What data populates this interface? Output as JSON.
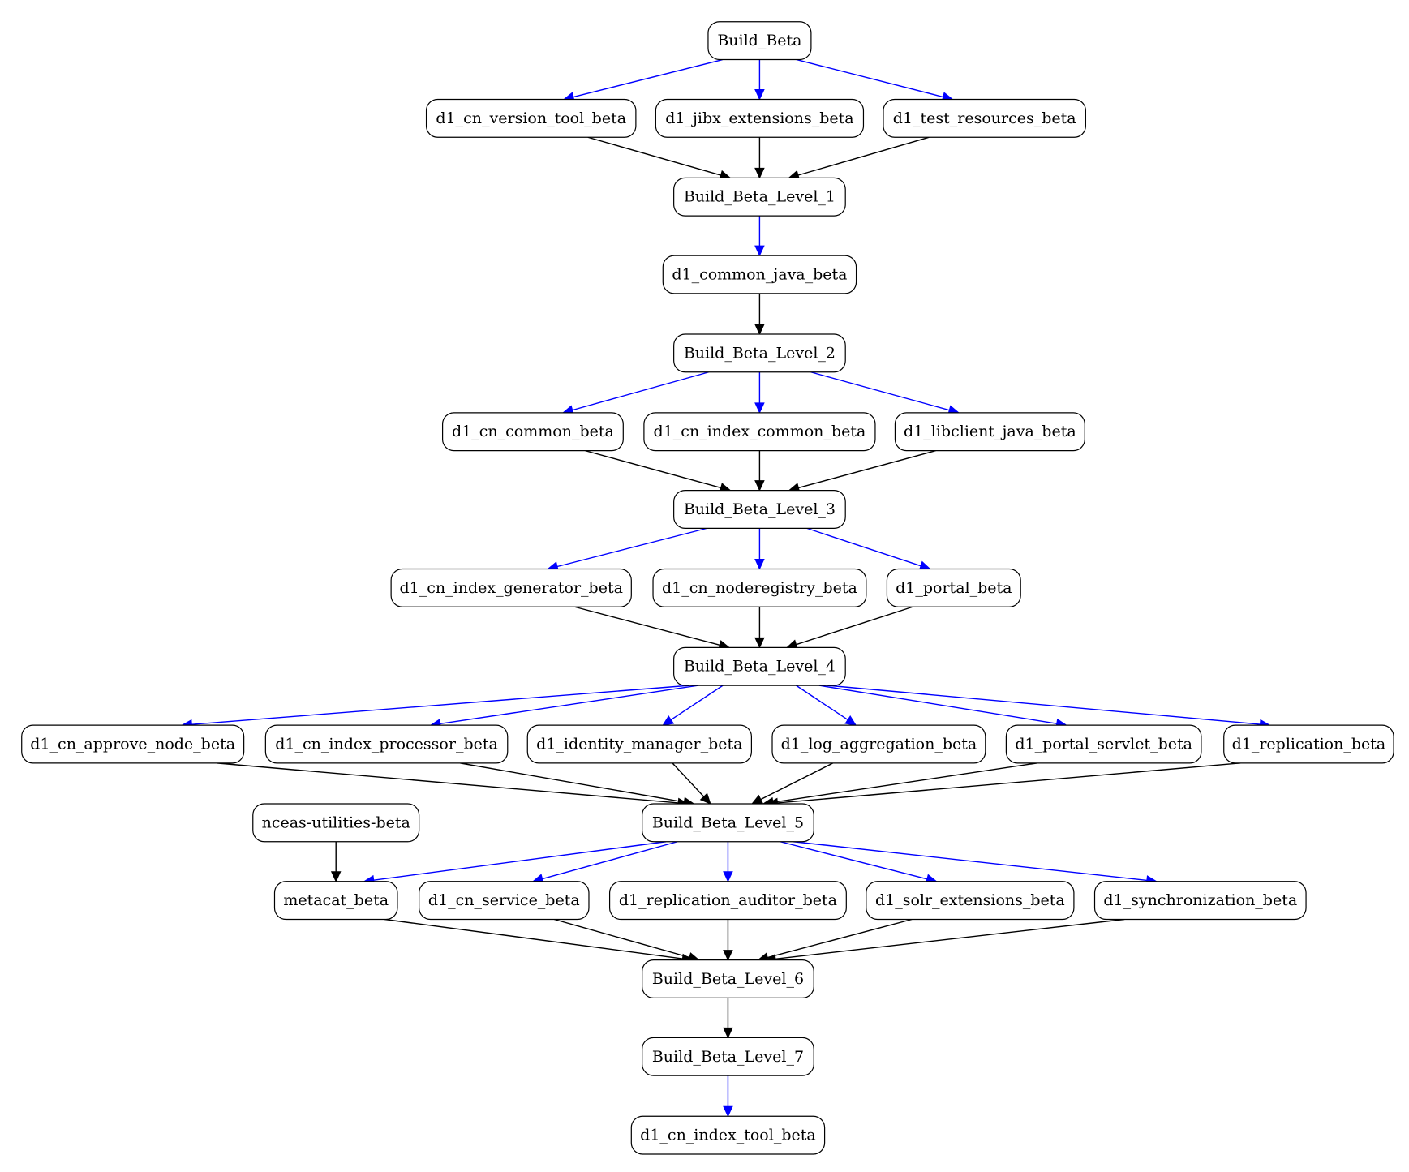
{
  "diagram": {
    "type": "build-dependency-graph",
    "colors": {
      "dependency_edge": "#000000",
      "trigger_edge": "#0000ff",
      "node_border": "#000000",
      "background": "#ffffff"
    },
    "nodes": [
      {
        "id": "build_beta",
        "label": "Build_Beta"
      },
      {
        "id": "d1_cn_version_tool_beta",
        "label": "d1_cn_version_tool_beta"
      },
      {
        "id": "d1_jibx_extensions_beta",
        "label": "d1_jibx_extensions_beta"
      },
      {
        "id": "d1_test_resources_beta",
        "label": "d1_test_resources_beta"
      },
      {
        "id": "build_beta_level_1",
        "label": "Build_Beta_Level_1"
      },
      {
        "id": "d1_common_java_beta",
        "label": "d1_common_java_beta"
      },
      {
        "id": "build_beta_level_2",
        "label": "Build_Beta_Level_2"
      },
      {
        "id": "d1_cn_common_beta",
        "label": "d1_cn_common_beta"
      },
      {
        "id": "d1_cn_index_common_beta",
        "label": "d1_cn_index_common_beta"
      },
      {
        "id": "d1_libclient_java_beta",
        "label": "d1_libclient_java_beta"
      },
      {
        "id": "build_beta_level_3",
        "label": "Build_Beta_Level_3"
      },
      {
        "id": "d1_cn_index_generator_beta",
        "label": "d1_cn_index_generator_beta"
      },
      {
        "id": "d1_cn_noderegistry_beta",
        "label": "d1_cn_noderegistry_beta"
      },
      {
        "id": "d1_portal_beta",
        "label": "d1_portal_beta"
      },
      {
        "id": "build_beta_level_4",
        "label": "Build_Beta_Level_4"
      },
      {
        "id": "d1_cn_approve_node_beta",
        "label": "d1_cn_approve_node_beta"
      },
      {
        "id": "d1_cn_index_processor_beta",
        "label": "d1_cn_index_processor_beta"
      },
      {
        "id": "d1_identity_manager_beta",
        "label": "d1_identity_manager_beta"
      },
      {
        "id": "d1_log_aggregation_beta",
        "label": "d1_log_aggregation_beta"
      },
      {
        "id": "d1_portal_servlet_beta",
        "label": "d1_portal_servlet_beta"
      },
      {
        "id": "d1_replication_beta",
        "label": "d1_replication_beta"
      },
      {
        "id": "build_beta_level_5",
        "label": "Build_Beta_Level_5"
      },
      {
        "id": "nceas_utilities_beta",
        "label": "nceas-utilities-beta"
      },
      {
        "id": "metacat_beta",
        "label": "metacat_beta"
      },
      {
        "id": "d1_cn_service_beta",
        "label": "d1_cn_service_beta"
      },
      {
        "id": "d1_replication_auditor_beta",
        "label": "d1_replication_auditor_beta"
      },
      {
        "id": "d1_solr_extensions_beta",
        "label": "d1_solr_extensions_beta"
      },
      {
        "id": "d1_synchronization_beta",
        "label": "d1_synchronization_beta"
      },
      {
        "id": "build_beta_level_6",
        "label": "Build_Beta_Level_6"
      },
      {
        "id": "build_beta_level_7",
        "label": "Build_Beta_Level_7"
      },
      {
        "id": "d1_cn_index_tool_beta",
        "label": "d1_cn_index_tool_beta"
      }
    ],
    "edges": [
      {
        "from": "build_beta",
        "to": "d1_cn_version_tool_beta",
        "kind": "trigger"
      },
      {
        "from": "build_beta",
        "to": "d1_jibx_extensions_beta",
        "kind": "trigger"
      },
      {
        "from": "build_beta",
        "to": "d1_test_resources_beta",
        "kind": "trigger"
      },
      {
        "from": "d1_cn_version_tool_beta",
        "to": "build_beta_level_1",
        "kind": "dependency"
      },
      {
        "from": "d1_jibx_extensions_beta",
        "to": "build_beta_level_1",
        "kind": "dependency"
      },
      {
        "from": "d1_test_resources_beta",
        "to": "build_beta_level_1",
        "kind": "dependency"
      },
      {
        "from": "build_beta_level_1",
        "to": "d1_common_java_beta",
        "kind": "trigger"
      },
      {
        "from": "d1_common_java_beta",
        "to": "build_beta_level_2",
        "kind": "dependency"
      },
      {
        "from": "build_beta_level_2",
        "to": "d1_cn_common_beta",
        "kind": "trigger"
      },
      {
        "from": "build_beta_level_2",
        "to": "d1_cn_index_common_beta",
        "kind": "trigger"
      },
      {
        "from": "build_beta_level_2",
        "to": "d1_libclient_java_beta",
        "kind": "trigger"
      },
      {
        "from": "d1_cn_common_beta",
        "to": "build_beta_level_3",
        "kind": "dependency"
      },
      {
        "from": "d1_cn_index_common_beta",
        "to": "build_beta_level_3",
        "kind": "dependency"
      },
      {
        "from": "d1_libclient_java_beta",
        "to": "build_beta_level_3",
        "kind": "dependency"
      },
      {
        "from": "build_beta_level_3",
        "to": "d1_cn_index_generator_beta",
        "kind": "trigger"
      },
      {
        "from": "build_beta_level_3",
        "to": "d1_cn_noderegistry_beta",
        "kind": "trigger"
      },
      {
        "from": "build_beta_level_3",
        "to": "d1_portal_beta",
        "kind": "trigger"
      },
      {
        "from": "d1_cn_index_generator_beta",
        "to": "build_beta_level_4",
        "kind": "dependency"
      },
      {
        "from": "d1_cn_noderegistry_beta",
        "to": "build_beta_level_4",
        "kind": "dependency"
      },
      {
        "from": "d1_portal_beta",
        "to": "build_beta_level_4",
        "kind": "dependency"
      },
      {
        "from": "build_beta_level_4",
        "to": "d1_cn_approve_node_beta",
        "kind": "trigger"
      },
      {
        "from": "build_beta_level_4",
        "to": "d1_cn_index_processor_beta",
        "kind": "trigger"
      },
      {
        "from": "build_beta_level_4",
        "to": "d1_identity_manager_beta",
        "kind": "trigger"
      },
      {
        "from": "build_beta_level_4",
        "to": "d1_log_aggregation_beta",
        "kind": "trigger"
      },
      {
        "from": "build_beta_level_4",
        "to": "d1_portal_servlet_beta",
        "kind": "trigger"
      },
      {
        "from": "build_beta_level_4",
        "to": "d1_replication_beta",
        "kind": "trigger"
      },
      {
        "from": "d1_cn_approve_node_beta",
        "to": "build_beta_level_5",
        "kind": "dependency"
      },
      {
        "from": "d1_cn_index_processor_beta",
        "to": "build_beta_level_5",
        "kind": "dependency"
      },
      {
        "from": "d1_identity_manager_beta",
        "to": "build_beta_level_5",
        "kind": "dependency"
      },
      {
        "from": "d1_log_aggregation_beta",
        "to": "build_beta_level_5",
        "kind": "dependency"
      },
      {
        "from": "d1_portal_servlet_beta",
        "to": "build_beta_level_5",
        "kind": "dependency"
      },
      {
        "from": "d1_replication_beta",
        "to": "build_beta_level_5",
        "kind": "dependency"
      },
      {
        "from": "nceas_utilities_beta",
        "to": "metacat_beta",
        "kind": "dependency"
      },
      {
        "from": "build_beta_level_5",
        "to": "metacat_beta",
        "kind": "trigger"
      },
      {
        "from": "build_beta_level_5",
        "to": "d1_cn_service_beta",
        "kind": "trigger"
      },
      {
        "from": "build_beta_level_5",
        "to": "d1_replication_auditor_beta",
        "kind": "trigger"
      },
      {
        "from": "build_beta_level_5",
        "to": "d1_solr_extensions_beta",
        "kind": "trigger"
      },
      {
        "from": "build_beta_level_5",
        "to": "d1_synchronization_beta",
        "kind": "trigger"
      },
      {
        "from": "metacat_beta",
        "to": "build_beta_level_6",
        "kind": "dependency"
      },
      {
        "from": "d1_cn_service_beta",
        "to": "build_beta_level_6",
        "kind": "dependency"
      },
      {
        "from": "d1_replication_auditor_beta",
        "to": "build_beta_level_6",
        "kind": "dependency"
      },
      {
        "from": "d1_solr_extensions_beta",
        "to": "build_beta_level_6",
        "kind": "dependency"
      },
      {
        "from": "d1_synchronization_beta",
        "to": "build_beta_level_6",
        "kind": "dependency"
      },
      {
        "from": "build_beta_level_6",
        "to": "build_beta_level_7",
        "kind": "dependency"
      },
      {
        "from": "build_beta_level_7",
        "to": "d1_cn_index_tool_beta",
        "kind": "trigger"
      }
    ]
  }
}
